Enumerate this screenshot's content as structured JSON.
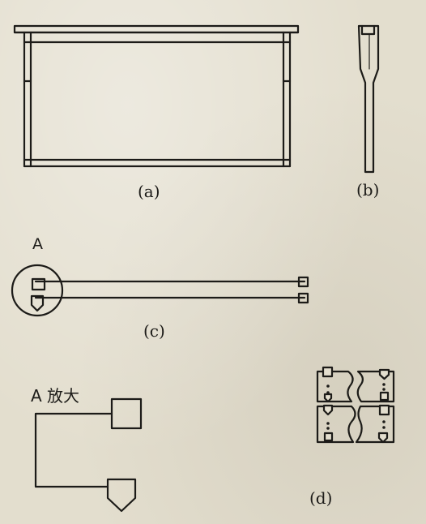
{
  "labels": {
    "a": "(a)",
    "b": "(b)",
    "c": "(c)",
    "d": "(d)",
    "detail": "A",
    "detail_enlarged": "A 放大"
  },
  "colors": {
    "ink": "#1c1b18",
    "paper": "#e3dece"
  }
}
